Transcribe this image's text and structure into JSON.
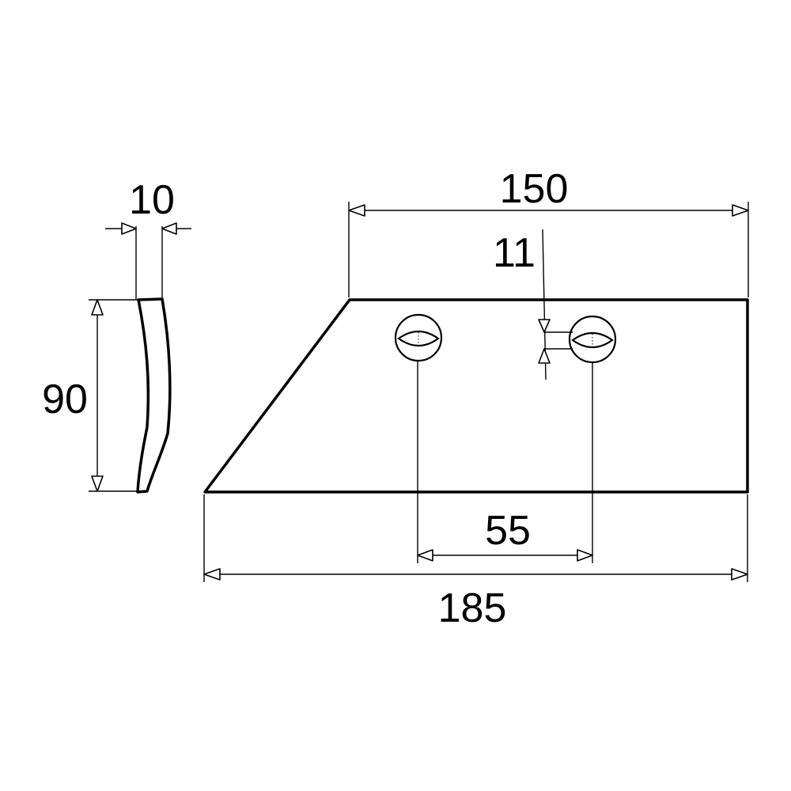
{
  "drawing": {
    "dimensions": {
      "thickness": "10",
      "height": "90",
      "top_length": "150",
      "hole_diameter": "11",
      "hole_spacing": "55",
      "bottom_length": "185"
    }
  }
}
